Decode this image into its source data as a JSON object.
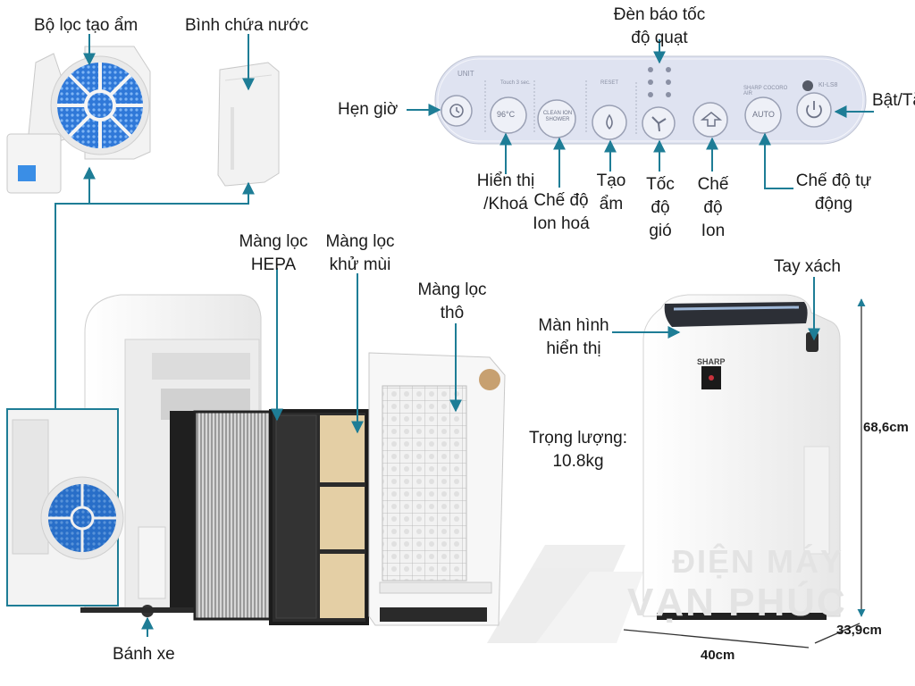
{
  "labels": {
    "humidifier_filter": "Bộ lọc tạo ẩm",
    "water_tank": "Bình chứa nước",
    "fan_speed_indicator": "Đèn báo tốc độ quạt",
    "timer": "Hẹn giờ",
    "power": "Bật/Tắt",
    "display_lock": "Hiển thị /Khoá",
    "ion_shower_mode": "Chế độ Ion hoá",
    "humidify": "Tạo ẩm",
    "fan_speed": "Tốc độ gió",
    "ion_mode": "Chế độ Ion",
    "auto_mode": "Chế độ tự động",
    "hepa_filter": "Màng lọc HEPA",
    "deodorizing_filter": "Màng lọc khử mùi",
    "pre_filter": "Màng lọc thô",
    "display_screen": "Màn hình hiển thị",
    "carry_handle": "Tay xách",
    "weight": "Trọng lượng: 10.8kg",
    "wheels": "Bánh xe"
  },
  "dimensions": {
    "height": "68,6cm",
    "width": "40cm",
    "depth": "33,9cm"
  },
  "panel": {
    "unit": "UNIT",
    "touch": "Touch 3 sec.",
    "reset": "RESET",
    "temp": "96°C",
    "clean": "CLEAN ION SHOWER",
    "auto": "AUTO",
    "brand_small": "SHARP COCORO AIR",
    "kilss": "KI-LS8"
  },
  "brand": "SHARP",
  "watermark": {
    "line1": "ĐIỆN MÁY",
    "line2": "VẠN PHÚC"
  },
  "colors": {
    "arrow": "#1e7d96",
    "panel_bg": "#dfe3f1",
    "filter_blue": "#2d7fe0"
  }
}
